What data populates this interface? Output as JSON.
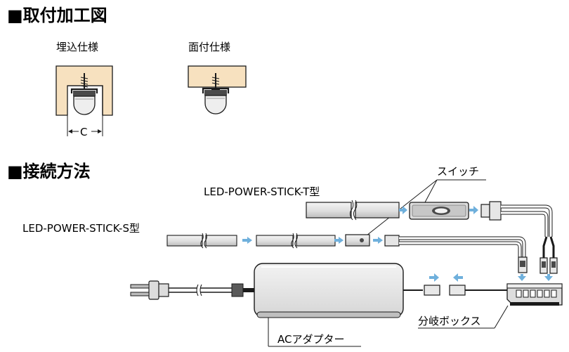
{
  "sections": {
    "mounting": {
      "title": "■取付加工図",
      "recessed_label": "埋込仕様",
      "surface_label": "面付仕様",
      "dimension_label": "C"
    },
    "connection": {
      "title": "■接続方法",
      "switch_label": "スイッチ",
      "t_type_label": "LED-POWER-STICK-T型",
      "s_type_label": "LED-POWER-STICK-S型",
      "junction_box_label": "分岐ボックス",
      "ac_adapter_label": "ACアダプター"
    }
  },
  "colors": {
    "wood": "#f7e1bf",
    "arrow": "#6fb0dc",
    "line": "#1a1a1a",
    "light_gray": "#e9e9e9",
    "mid_gray": "#cfcfcf",
    "dark_gray": "#4a4a4a"
  }
}
